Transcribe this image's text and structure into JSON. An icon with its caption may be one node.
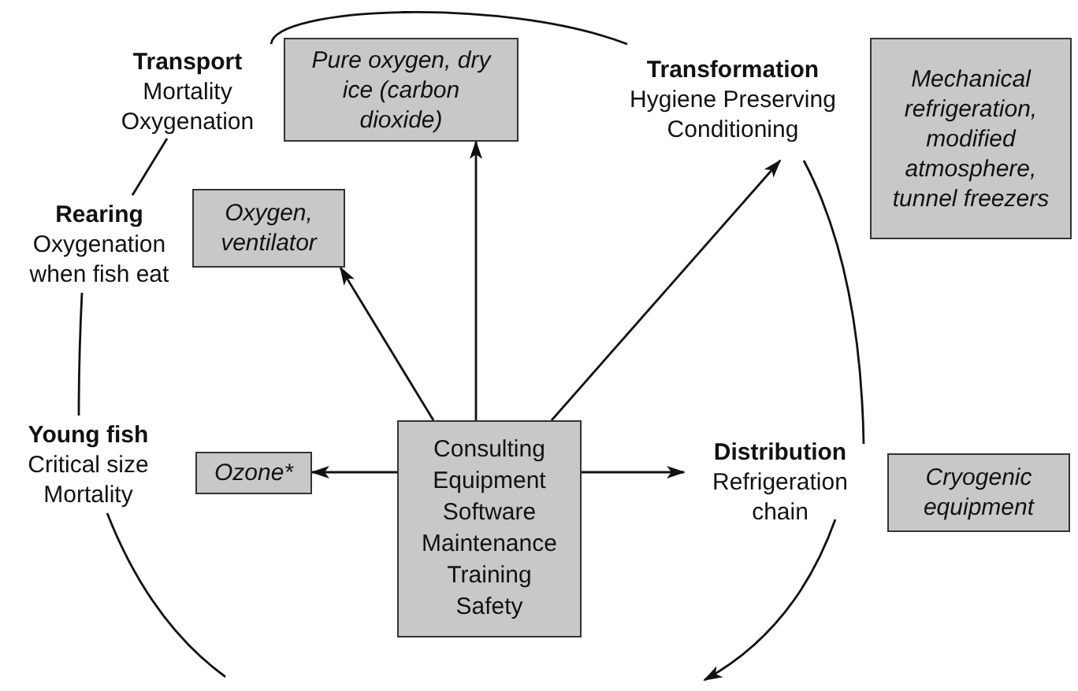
{
  "diagram": {
    "nodes": [
      {
        "text": [
          "Transport",
          "Mortality Oxygenation"
        ]
      },
      {
        "text": [
          "Pure oxygen, dry ice (carbon dioxide)"
        ]
      },
      {
        "text": [
          "Transformation",
          "Hygiene Preserving Conditioning"
        ]
      },
      {
        "text": [
          "Mechanical refrigeration, modified atmosphere, tunnel freezers"
        ]
      },
      {
        "text": [
          "Rearing",
          "Oxygenation when fish eat"
        ]
      },
      {
        "text": [
          "Oxygen, ventilator"
        ]
      },
      {
        "text": [
          "Young fish",
          "Critical size Mortality"
        ]
      },
      {
        "text": [
          "Ozone*"
        ]
      },
      {
        "text": [
          "Consulting",
          "Equipment",
          "Software",
          "Maintenance",
          "Training",
          "Safety"
        ]
      },
      {
        "text": [
          "Distribution",
          "Refrigeration chain"
        ]
      },
      {
        "text": [
          "Cryogenic equipment"
        ]
      }
    ],
    "edges": [
      {
        "from": 8,
        "to": 7,
        "arrow": "to"
      },
      {
        "from": 8,
        "to": 5,
        "arrow": "to"
      },
      {
        "from": 8,
        "to": 1,
        "arrow": "to"
      },
      {
        "from": 8,
        "to": 2,
        "arrow": "to"
      },
      {
        "from": 8,
        "to": 9,
        "arrow": "to"
      },
      {
        "from": 6,
        "to": 4,
        "arrow": "none"
      },
      {
        "from": 4,
        "to": 0,
        "arrow": "none"
      },
      {
        "from": 0,
        "to": 2,
        "arrow": "none"
      },
      {
        "from": 2,
        "to": 9,
        "arrow": "none"
      },
      {
        "from": 9,
        "to": null,
        "arrow": "to"
      },
      {
        "from": 6,
        "to": null,
        "arrow": "none"
      }
    ]
  }
}
